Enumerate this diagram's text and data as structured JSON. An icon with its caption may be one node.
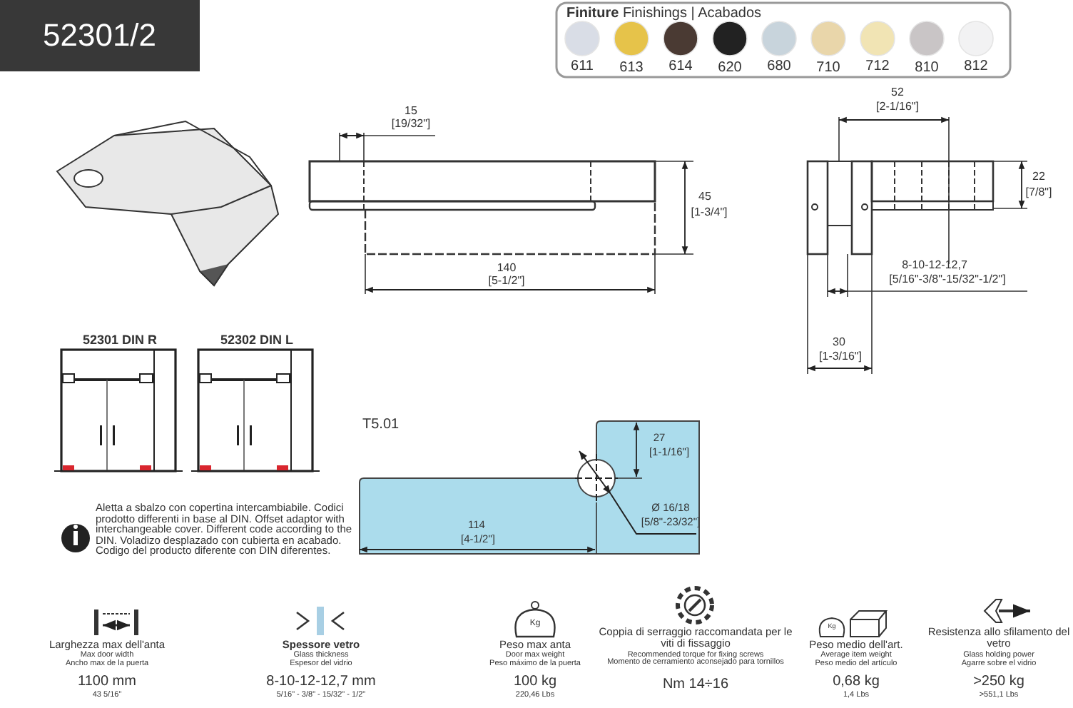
{
  "diagram": {
    "title": "52301/2",
    "labels": [
      "**Finiture** Finishings | Acabados",
      "15",
      "[19/32\"]",
      "45",
      "[1-3/4\"]",
      "140",
      "[5-1/2\"]",
      "52",
      "[2-1/16\"]",
      "22",
      "[7/8\"]",
      "8-10-12-12,7",
      "[5/16\"-3/8\"-15/32\"-1/2\"]",
      "30",
      "[1-3/16\"]",
      "52301 DIN R",
      "52302 DIN L",
      "T5.01",
      "27",
      "[1-1/16\"]",
      "114",
      "[4-1/2\"]",
      "Ø 16/18",
      "[5/8\"-23/32\"]",
      "Aletta a sbalzo con copertina intercambiabile. Codici prodotto differenti in base al DIN. Offset adaptor with interchangeable cover. Different code according to the DIN. Voladizo desplazado con cubierta en acabado. Codigo del producto diferente con DIN diferentes.",
      "Larghezza max dell'anta",
      "Max door width",
      "Ancho max de la puerta",
      "1100 mm",
      "43 5/16\"",
      "Spessore vetro",
      "Glass thickness",
      "Espesor del vidrio",
      "8-10-12-12,7 mm",
      "5/16\" - 3/8\" - 15/32\" - 1/2\"",
      "Peso max anta",
      "Door max weight",
      "Peso máximo de la puerta",
      "100 kg",
      "220,46 Lbs",
      "Coppia di serraggio raccomandata per le viti di fissaggio",
      "Recommended torque for fixing screws",
      "Momento de cerramiento aconsejado para tornillos",
      "Nm 14÷16",
      "Peso medio dell'art.",
      "Average item weight",
      "Peso medio del artículo",
      "0,68 kg",
      "1,4 Lbs",
      "Resistenza allo sfilamento del vetro",
      "Glass holding power",
      "Agarre sobre el vidrio",
      ">250 kg",
      ">551,1 Lbs",
      "Kg",
      "Kg"
    ],
    "legend": [
      {
        "text": "611",
        "color": "#d9dde6"
      },
      {
        "text": "613",
        "color": "#e6c34a"
      },
      {
        "text": "614",
        "color": "#4a3a33"
      },
      {
        "text": "620",
        "color": "#222222"
      },
      {
        "text": "680",
        "color": "#c8d4dc"
      },
      {
        "text": "710",
        "color": "#e9d6aa"
      },
      {
        "text": "712",
        "color": "#f1e4b4"
      },
      {
        "text": "810",
        "color": "#c9c5c6"
      },
      {
        "text": "812",
        "color": "#f2f2f3"
      }
    ]
  }
}
